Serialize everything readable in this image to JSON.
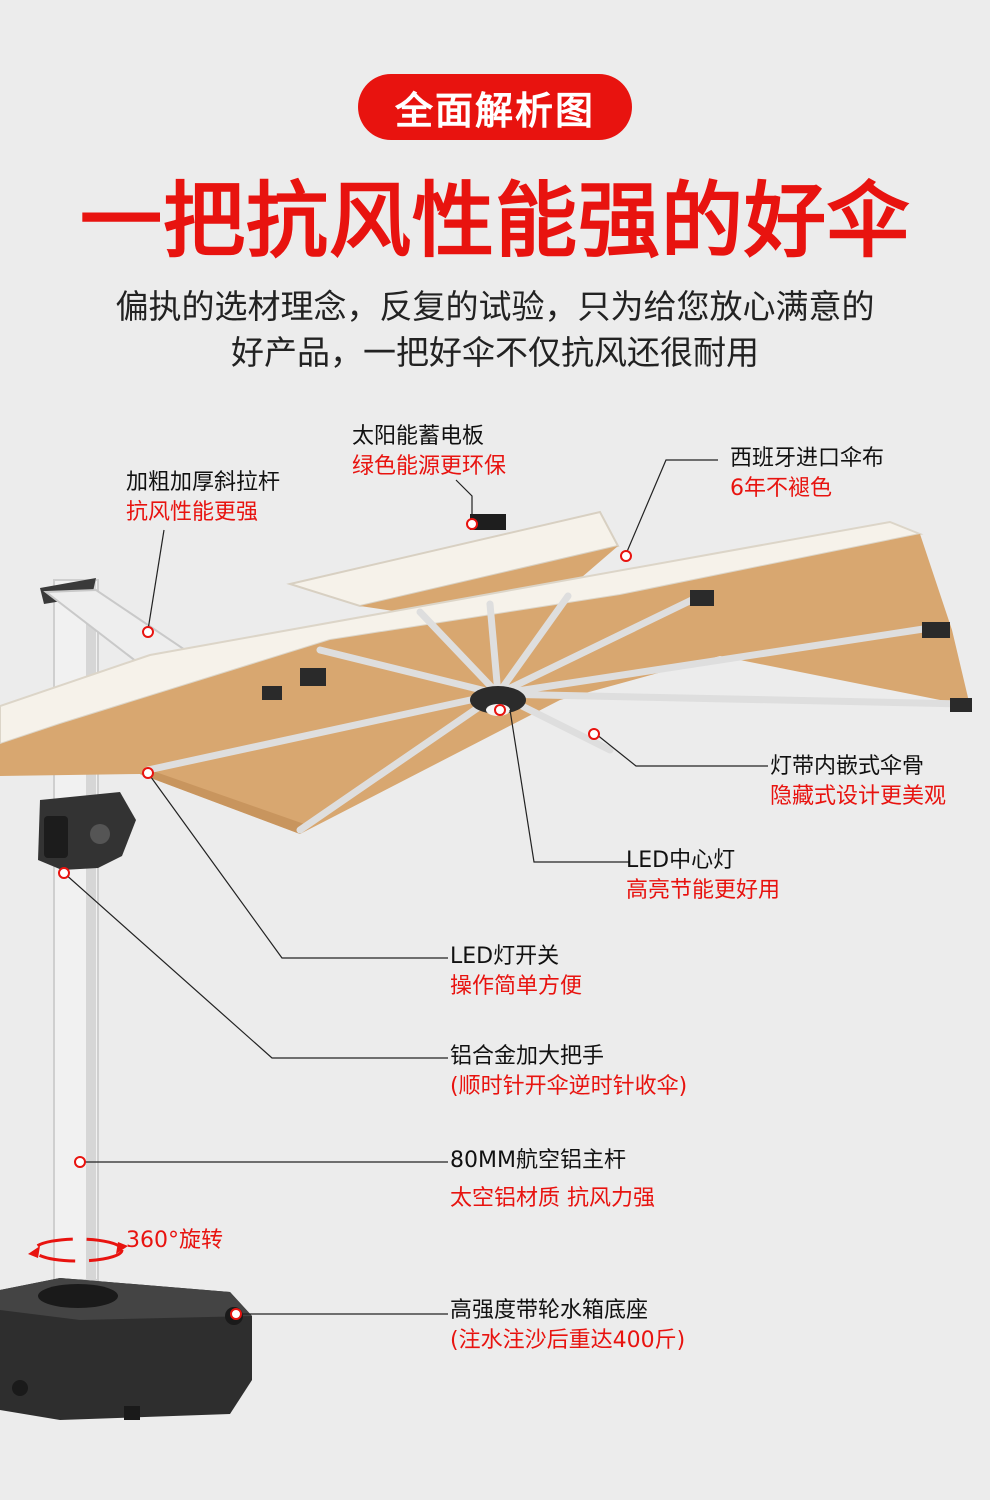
{
  "header": {
    "badge": "全面解析图"
  },
  "headline": "一把抗风性能强的好伞",
  "subline": {
    "line1": "偏执的选材理念，反复的试验，只为给您放心满意的",
    "line2": "好产品，一把好伞不仅抗风还很耐用"
  },
  "colors": {
    "accent": "#e8130f",
    "canopy_under": "#d8a770",
    "canopy_top": "#f6f2ea",
    "frame": "#d9d9d9",
    "base": "#2f2f2f",
    "background": "#ececec"
  },
  "callouts": {
    "solar": {
      "title": "太阳能蓄电板",
      "sub": "绿色能源更环保"
    },
    "fabric": {
      "title": "西班牙进口伞布",
      "sub": "6年不褪色"
    },
    "strut": {
      "title": "加粗加厚斜拉杆",
      "sub": "抗风性能更强"
    },
    "ribs": {
      "title": "灯带内嵌式伞骨",
      "sub": "隐藏式设计更美观"
    },
    "center_light": {
      "title": "LED中心灯",
      "sub": "高亮节能更好用"
    },
    "light_switch": {
      "title": "LED灯开关",
      "sub": "操作简单方便"
    },
    "handle": {
      "title": "铝合金加大把手",
      "sub": "(顺时针开伞逆时针收伞)"
    },
    "pole": {
      "title": "80MM航空铝主杆",
      "sub": "太空铝材质 抗风力强"
    },
    "base": {
      "title": "高强度带轮水箱底座",
      "sub": "(注水注沙后重达400斤)"
    }
  },
  "rotation_label": "360°旋转"
}
